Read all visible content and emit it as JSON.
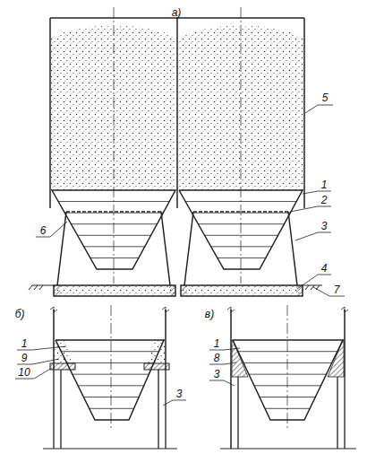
{
  "diagram": {
    "labels": [
      "а)",
      "5",
      "1",
      "2",
      "6",
      "3",
      "4",
      "7",
      "б)",
      "в)",
      "1",
      "9",
      "10",
      "3",
      "1",
      "8",
      "3"
    ]
  }
}
